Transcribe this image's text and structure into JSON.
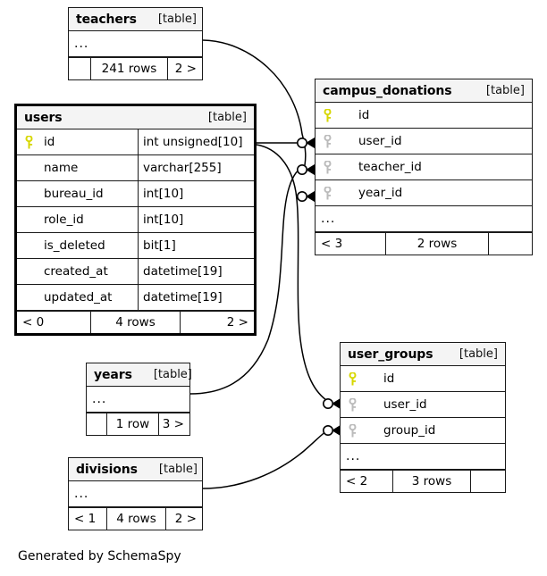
{
  "diagram": {
    "generator_note": "Generated by SchemaSpy",
    "table_tag": "[table]",
    "ellipsis": "...",
    "colors": {
      "primary_key": "#d7d700",
      "foreign_key": "#bbbbbb",
      "header_bg": "#f4f4f4",
      "border": "#1a1a1a",
      "background": "#ffffff"
    }
  },
  "tables": {
    "teachers": {
      "name": "teachers",
      "tag": "[table]",
      "rows": [
        {
          "ellipsis": "..."
        }
      ],
      "footer": {
        "left": "",
        "mid": "241 rows",
        "right": "2 >"
      }
    },
    "users": {
      "name": "users",
      "tag": "[table]",
      "columns": [
        {
          "key": "primary",
          "name": "id",
          "type": "int unsigned[10]"
        },
        {
          "key": "none",
          "name": "name",
          "type": "varchar[255]"
        },
        {
          "key": "none",
          "name": "bureau_id",
          "type": "int[10]"
        },
        {
          "key": "none",
          "name": "role_id",
          "type": "int[10]"
        },
        {
          "key": "none",
          "name": "is_deleted",
          "type": "bit[1]"
        },
        {
          "key": "none",
          "name": "created_at",
          "type": "datetime[19]"
        },
        {
          "key": "none",
          "name": "updated_at",
          "type": "datetime[19]"
        }
      ],
      "footer": {
        "left": "< 0",
        "mid": "4 rows",
        "right": "2 >"
      }
    },
    "campus_donations": {
      "name": "campus_donations",
      "tag": "[table]",
      "columns": [
        {
          "key": "primary",
          "name": "id"
        },
        {
          "key": "foreign",
          "name": "user_id"
        },
        {
          "key": "foreign",
          "name": "teacher_id"
        },
        {
          "key": "foreign",
          "name": "year_id"
        }
      ],
      "ellipsis": "...",
      "footer": {
        "left": "< 3",
        "mid": "2 rows",
        "right": ""
      }
    },
    "years": {
      "name": "years",
      "tag": "[table]",
      "rows": [
        {
          "ellipsis": "..."
        }
      ],
      "footer": {
        "left": "",
        "mid": "1 row",
        "right": "3 >"
      }
    },
    "divisions": {
      "name": "divisions",
      "tag": "[table]",
      "rows": [
        {
          "ellipsis": "..."
        }
      ],
      "footer": {
        "left": "< 1",
        "mid": "4 rows",
        "right": "2 >"
      }
    },
    "user_groups": {
      "name": "user_groups",
      "tag": "[table]",
      "columns": [
        {
          "key": "primary",
          "name": "id"
        },
        {
          "key": "foreign",
          "name": "user_id"
        },
        {
          "key": "foreign",
          "name": "group_id"
        }
      ],
      "ellipsis": "...",
      "footer": {
        "left": "< 2",
        "mid": "3 rows",
        "right": ""
      }
    }
  },
  "relationships": [
    {
      "from": "teachers",
      "to": "campus_donations.teacher_id"
    },
    {
      "from": "users.id",
      "to": "campus_donations.user_id"
    },
    {
      "from": "years",
      "to": "campus_donations.year_id"
    },
    {
      "from": "users.id",
      "to": "user_groups.user_id"
    },
    {
      "from": "divisions",
      "to": "user_groups.group_id"
    }
  ]
}
